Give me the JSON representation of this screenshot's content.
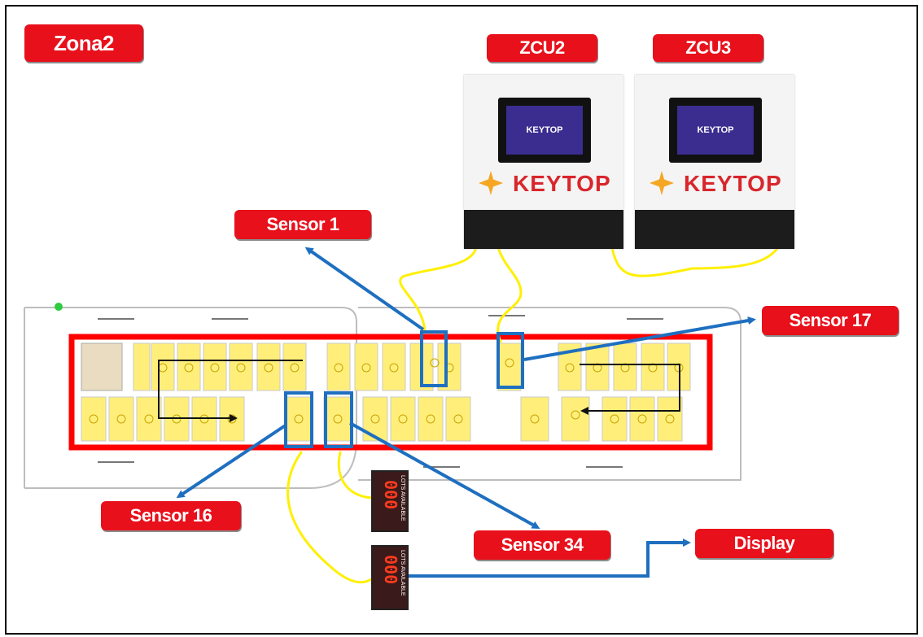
{
  "labels": {
    "zone": "Zona2",
    "zcu2": "ZCU2",
    "zcu3": "ZCU3",
    "sensor1": "Sensor 1",
    "sensor17": "Sensor 17",
    "sensor16": "Sensor 16",
    "sensor34": "Sensor 34",
    "display": "Display"
  },
  "devices": {
    "brand": "KEYTOP",
    "screen_brand": "KEYTOP"
  },
  "counters": {
    "digits": "000",
    "caption": "LOTS AVAILABLE"
  },
  "colors": {
    "label_bg": "#e8101b",
    "zone_border": "#ff0000",
    "sensor_box": "#1f6fc0",
    "wire": "#ffef00",
    "arrow": "#1f6fc0",
    "parking_bay": "#ffef7a"
  }
}
